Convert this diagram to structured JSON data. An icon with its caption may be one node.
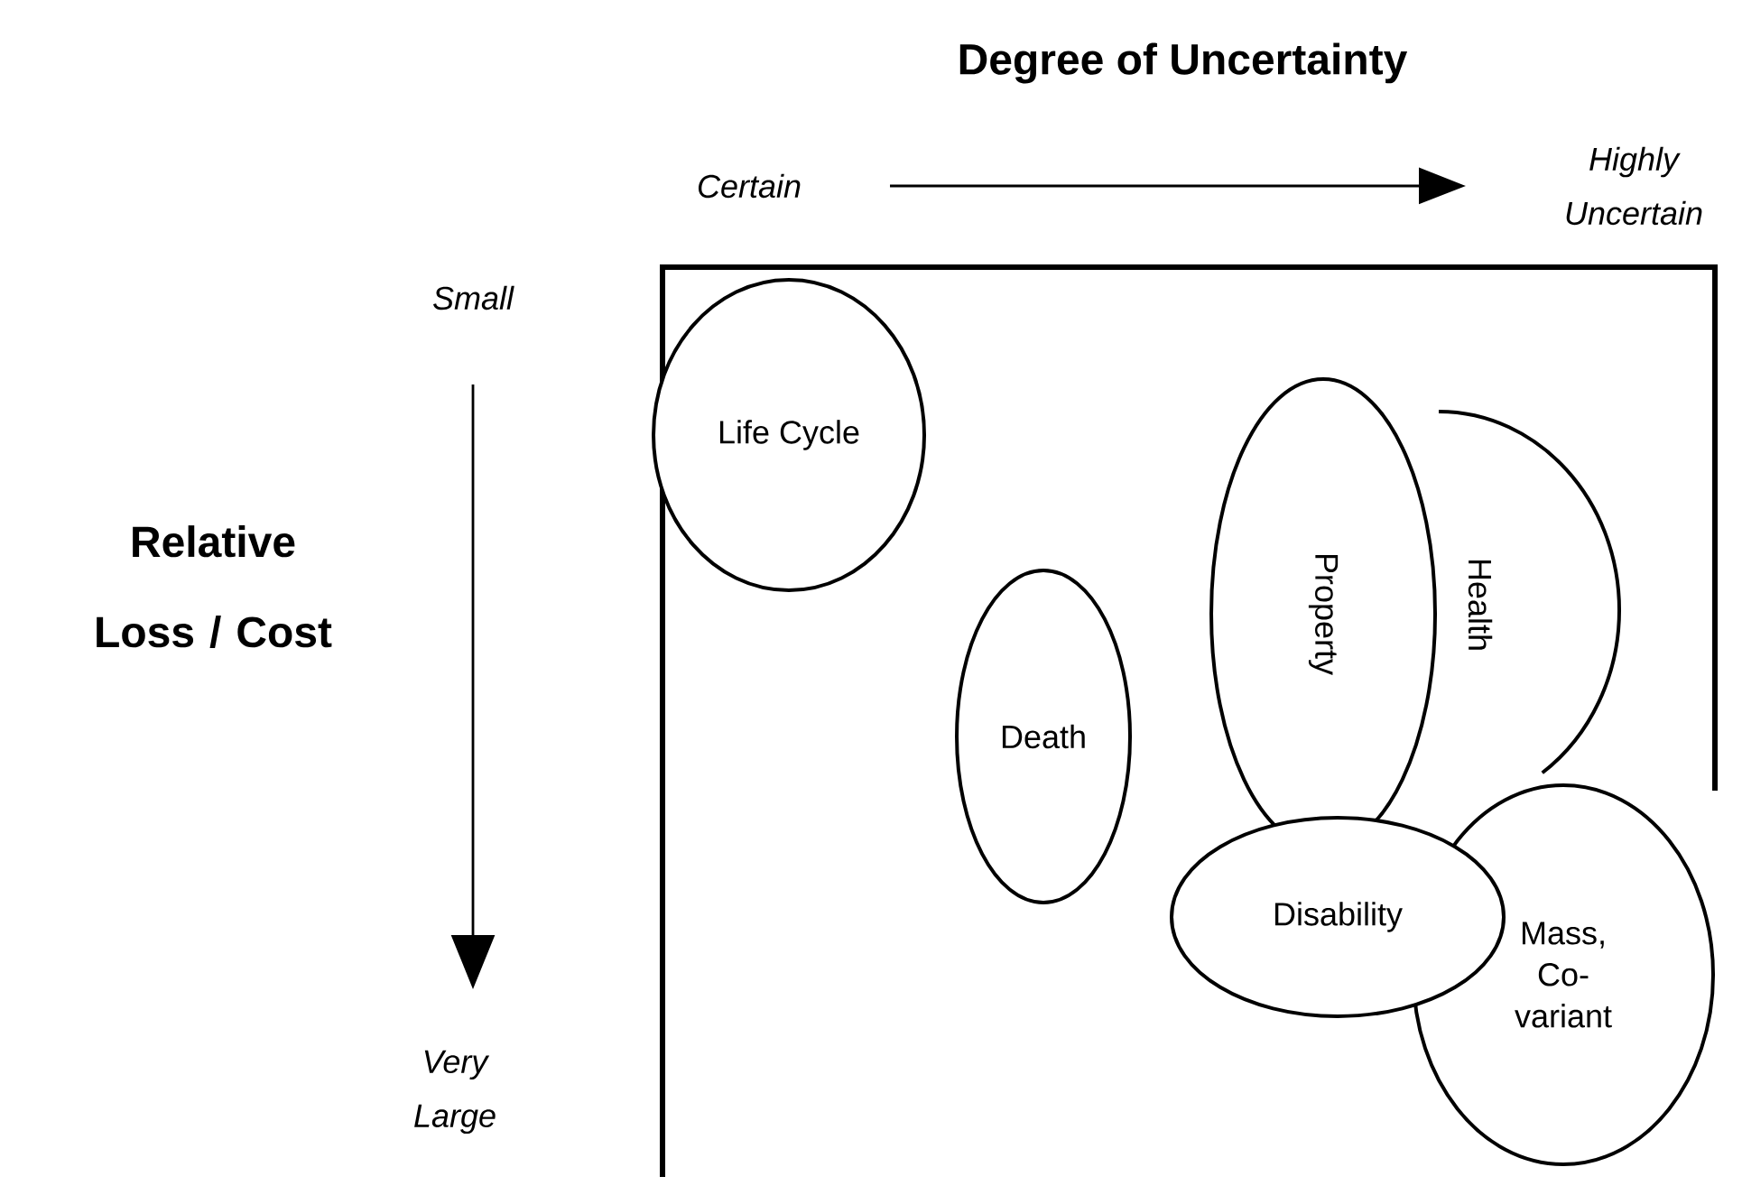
{
  "diagram": {
    "title": "Degree of Uncertainty",
    "nodes": [
      {
        "text": [
          "Life Cycle"
        ]
      },
      {
        "text": [
          "Death"
        ]
      },
      {
        "text": [
          "Property"
        ]
      },
      {
        "text": [
          "Health"
        ]
      },
      {
        "text": [
          "Disability"
        ]
      },
      {
        "text": [
          "Mass, Co-variant"
        ]
      }
    ],
    "labels": [
      "Certain",
      "Highly Uncertain",
      "Small",
      "Relative Loss / Cost",
      "Very Large"
    ]
  }
}
